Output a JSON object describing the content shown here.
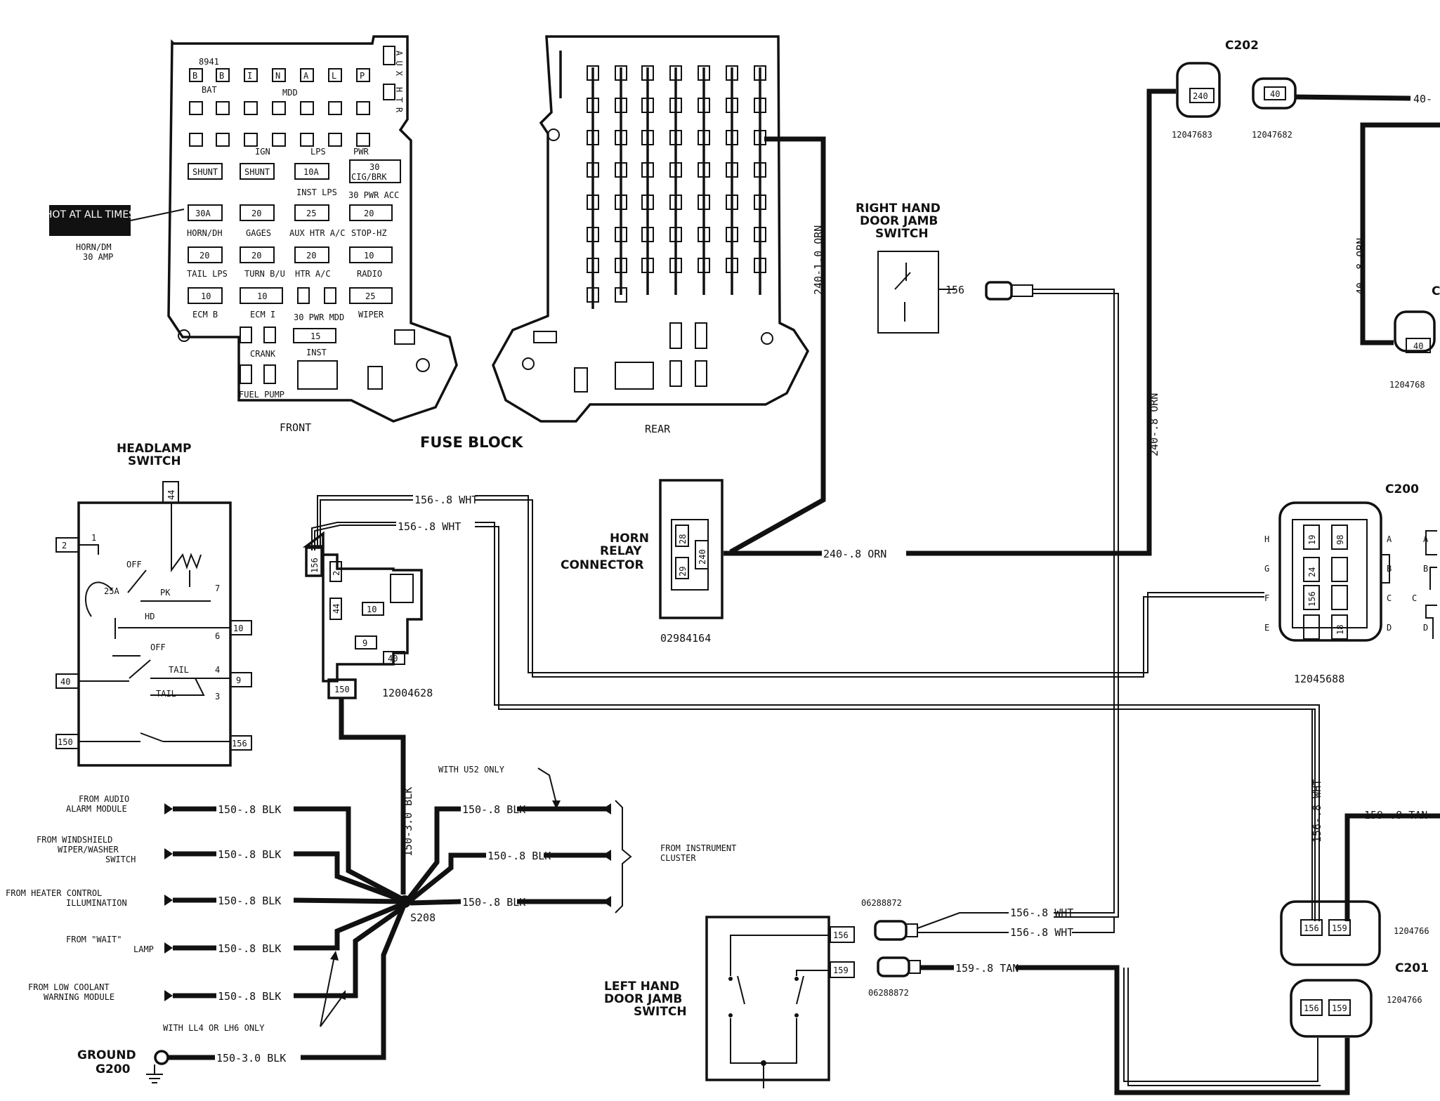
{
  "fuse_block": {
    "title": "FUSE BLOCK",
    "front_label": "FRONT",
    "rear_label": "REAR",
    "hot_label": "HOT AT ALL TIMES",
    "horn_fuse_line1": "HORN/DM",
    "horn_fuse_line2": "30 AMP",
    "aux_label": "A U X",
    "htr_label": "H T R",
    "front_row_labels": [
      "8941",
      "BAT",
      "MDD",
      "IGN",
      "LPS",
      "PWR"
    ],
    "relay_letters": [
      "B",
      "B",
      "I",
      "N",
      "A",
      "L",
      "P"
    ],
    "fuses": [
      {
        "value": "SHUNT",
        "name": ""
      },
      {
        "value": "SHUNT",
        "name": ""
      },
      {
        "value": "10A",
        "name": "INST LPS"
      },
      {
        "value": "30",
        "name": "CIG/BRK"
      },
      {
        "value": "30A",
        "name": "HORN/DH"
      },
      {
        "value": "20",
        "name": "GAGES"
      },
      {
        "value": "25",
        "name": "AUX HTR A/C"
      },
      {
        "value": "20",
        "name": "STOP-HZ"
      },
      {
        "value": "20",
        "name": "TAIL LPS"
      },
      {
        "value": "20",
        "name": "TURN B/U"
      },
      {
        "value": "20",
        "name": "HTR A/C"
      },
      {
        "value": "10",
        "name": "RADIO"
      },
      {
        "value": "10",
        "name": "ECM B"
      },
      {
        "value": "10",
        "name": "ECM I"
      },
      {
        "value": "25",
        "name": "WIPER"
      },
      {
        "value": "15",
        "name": "INST"
      },
      {
        "value": "",
        "name": "CRANK"
      },
      {
        "value": "",
        "name": "FUEL PUMP"
      }
    ],
    "extra_labels": [
      "30 PWR ACC",
      "30 PWR MDD"
    ]
  },
  "headlamp_switch": {
    "title_line1": "HEADLAMP",
    "title_line2": "SWITCH",
    "pins": [
      "2",
      "44",
      "7",
      "10",
      "40",
      "9",
      "150",
      "156"
    ],
    "pin_numbers": [
      "1",
      "6",
      "4",
      "3"
    ],
    "labels": [
      "OFF",
      "25A",
      "PK",
      "HD",
      "OFF",
      "TAIL",
      "TAIL"
    ]
  },
  "connector_12004628": {
    "part": "12004628",
    "cavities": [
      "156",
      "2",
      "44",
      "10",
      "9",
      "40",
      "150"
    ]
  },
  "horn_relay": {
    "title_line1": "HORN",
    "title_line2": "RELAY",
    "title_line3": "CONNECTOR",
    "part": "02984164",
    "cavities": [
      "28",
      "240",
      "29"
    ]
  },
  "right_door_jamb": {
    "title_line1": "RIGHT HAND",
    "title_line2": "DOOR JAMB",
    "title_line3": "SWITCH",
    "circuit": "156"
  },
  "left_door_jamb": {
    "title_line1": "LEFT HAND",
    "title_line2": "DOOR JAMB",
    "title_line3": "SWITCH",
    "pins": [
      "156",
      "159"
    ],
    "part_a": "06288872",
    "part_b": "06288872"
  },
  "c202": {
    "label": "C202",
    "part_a": "12047683",
    "part_b": "12047682",
    "cavity_a": "240",
    "cavity_b": "40",
    "wire_right": "40-",
    "part_c": "1204768",
    "cavity_c": "40",
    "edge_letter": "C"
  },
  "c200": {
    "label": "C200",
    "part": "12045688",
    "left_letters": [
      "H",
      "G",
      "F",
      "E"
    ],
    "right_letters": [
      "A",
      "B",
      "C",
      "D"
    ],
    "cavities": [
      "19",
      "98",
      "24",
      "156",
      "18"
    ],
    "edge_letters": [
      "A",
      "B",
      "C",
      "D"
    ]
  },
  "c201": {
    "label": "C201",
    "part_a": "1204766",
    "part_b": "1204766",
    "cavities": [
      "156",
      "159"
    ]
  },
  "splice": {
    "name": "S208",
    "ground_line1": "GROUND",
    "ground_line2": "G200",
    "note_u52": "WITH U52 ONLY",
    "note_ll4": "WITH LL4 OR LH6 ONLY",
    "instrument_cluster_line1": "FROM INSTRUMENT",
    "instrument_cluster_line2": "CLUSTER",
    "sources": [
      {
        "line1": "FROM AUDIO",
        "line2": "ALARM MODULE",
        "wire": "150-.8 BLK"
      },
      {
        "line1": "FROM WINDSHIELD",
        "line2": "WIPER/WASHER",
        "line3": "SWITCH",
        "wire": "150-.8 BLK"
      },
      {
        "line1": "FROM HEATER CONTROL",
        "line2": "ILLUMINATION",
        "wire": "150-.8 BLK"
      },
      {
        "line1": "FROM \"WAIT\"",
        "line2": "LAMP",
        "wire": "150-.8 BLK"
      },
      {
        "line1": "FROM LOW COOLANT",
        "line2": "WARNING MODULE",
        "wire": "150-.8 BLK"
      }
    ],
    "ground_wire": "150-3.0 BLK",
    "trunk_wire": "150-3.0 BLK",
    "cluster_wires": [
      "150-.8 BLK",
      "150-.8 BLK",
      "150-.8 BLK"
    ]
  },
  "wires": {
    "w156_top": "156-.8 WHT",
    "w156_second": "156-.8 WHT",
    "w240_horn": "240-.8 ORN",
    "w240_fuse": "240-1.0 ORN",
    "w240_right": "240-.8 ORN",
    "w40_right": "40-.8 ORN",
    "w156_lh_a": "156-.8 WHT",
    "w156_lh_b": "156-.8 WHT",
    "w159_lh": "159-.8 TAN",
    "w156_vert": "156-.8 WHT",
    "w159_right": "159-.8 TAN"
  }
}
